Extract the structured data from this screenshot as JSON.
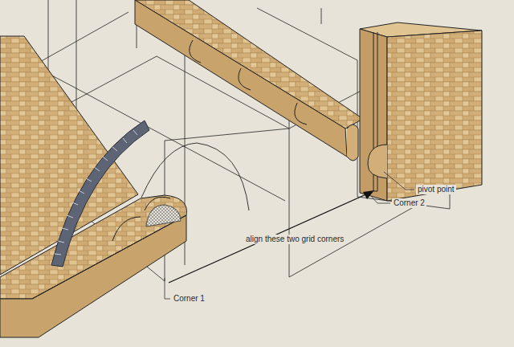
{
  "diagram": {
    "labels": [
      "pivot point",
      "Corner 2",
      "align these two grid corners",
      "Corner 1"
    ]
  }
}
